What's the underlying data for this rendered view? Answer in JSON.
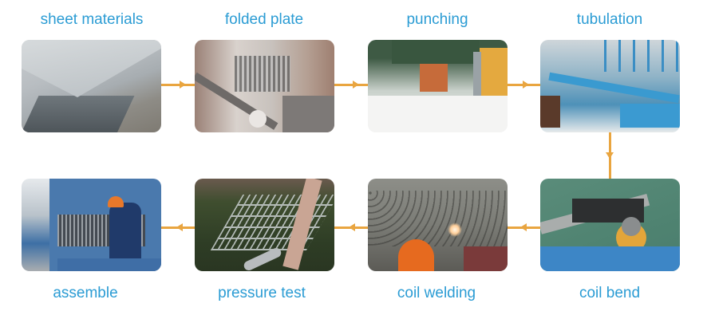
{
  "diagram": {
    "type": "process-flow",
    "arrow_color": "#e9a540",
    "label_color": "#2b9cd4",
    "steps": [
      {
        "order": 1,
        "label": "sheet materials",
        "row": "top",
        "image": "sheet-metal-panels"
      },
      {
        "order": 2,
        "label": "folded plate",
        "row": "top",
        "image": "press-brake-bending"
      },
      {
        "order": 3,
        "label": "punching",
        "row": "top",
        "image": "punch-press"
      },
      {
        "order": 4,
        "label": "tubulation",
        "row": "top",
        "image": "tube-mill-line"
      },
      {
        "order": 5,
        "label": "coil bend",
        "row": "bottom",
        "image": "pipe-bending-machine"
      },
      {
        "order": 6,
        "label": "coil welding",
        "row": "bottom",
        "image": "welding-fin-plate"
      },
      {
        "order": 7,
        "label": "pressure test",
        "row": "bottom",
        "image": "water-tank-test"
      },
      {
        "order": 8,
        "label": "assemble",
        "row": "bottom",
        "image": "worker-assembly"
      }
    ],
    "flow": [
      "sheet materials → folded plate",
      "folded plate → punching",
      "punching → tubulation",
      "tubulation → coil bend",
      "coil bend → coil welding",
      "coil welding → pressure test",
      "pressure test → assemble"
    ]
  }
}
